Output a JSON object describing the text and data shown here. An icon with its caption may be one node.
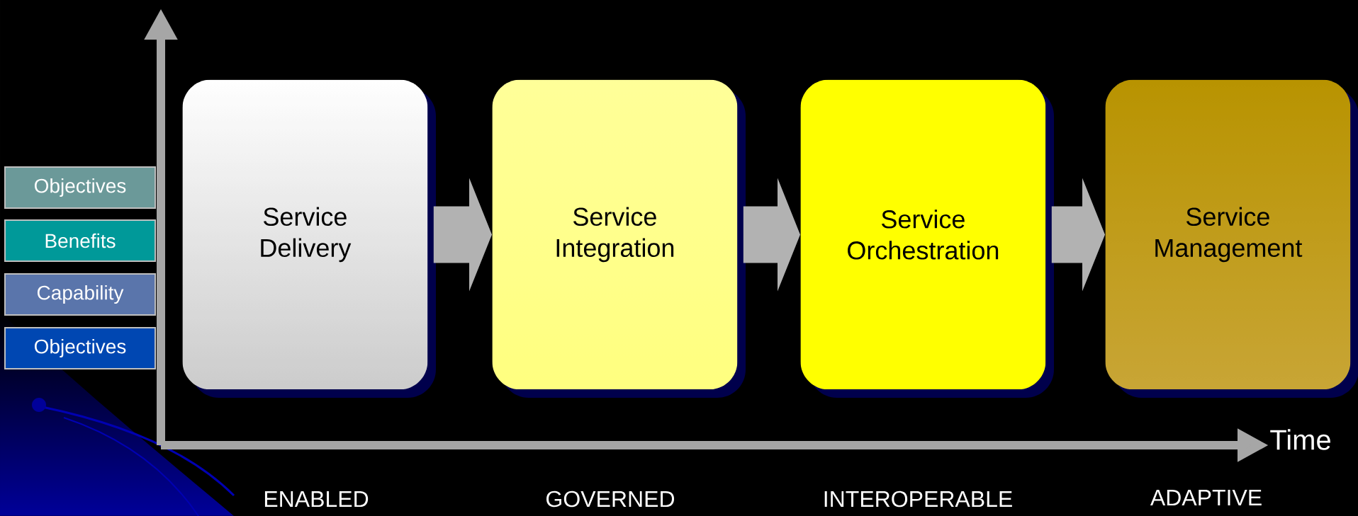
{
  "diagram": {
    "nodes": [
      {
        "text": [
          "Objectives"
        ]
      },
      {
        "text": [
          "Benefits"
        ]
      },
      {
        "text": [
          "Capability"
        ]
      },
      {
        "text": [
          "Objectives"
        ]
      },
      {
        "text": [
          "Service Delivery"
        ]
      },
      {
        "text": [
          "Service Integration"
        ]
      },
      {
        "text": [
          "Service Orchestration"
        ]
      },
      {
        "text": [
          "Service Management"
        ]
      }
    ],
    "edges": [
      {
        "from": 4,
        "to": 5,
        "arrow": "to"
      },
      {
        "from": 5,
        "to": 6,
        "arrow": "to"
      },
      {
        "from": 6,
        "to": 7,
        "arrow": "to"
      }
    ],
    "labels": [
      "Time",
      "ENABLED",
      "GOVERNED",
      "INTEROPERABLE",
      "ADAPTIVE"
    ]
  }
}
